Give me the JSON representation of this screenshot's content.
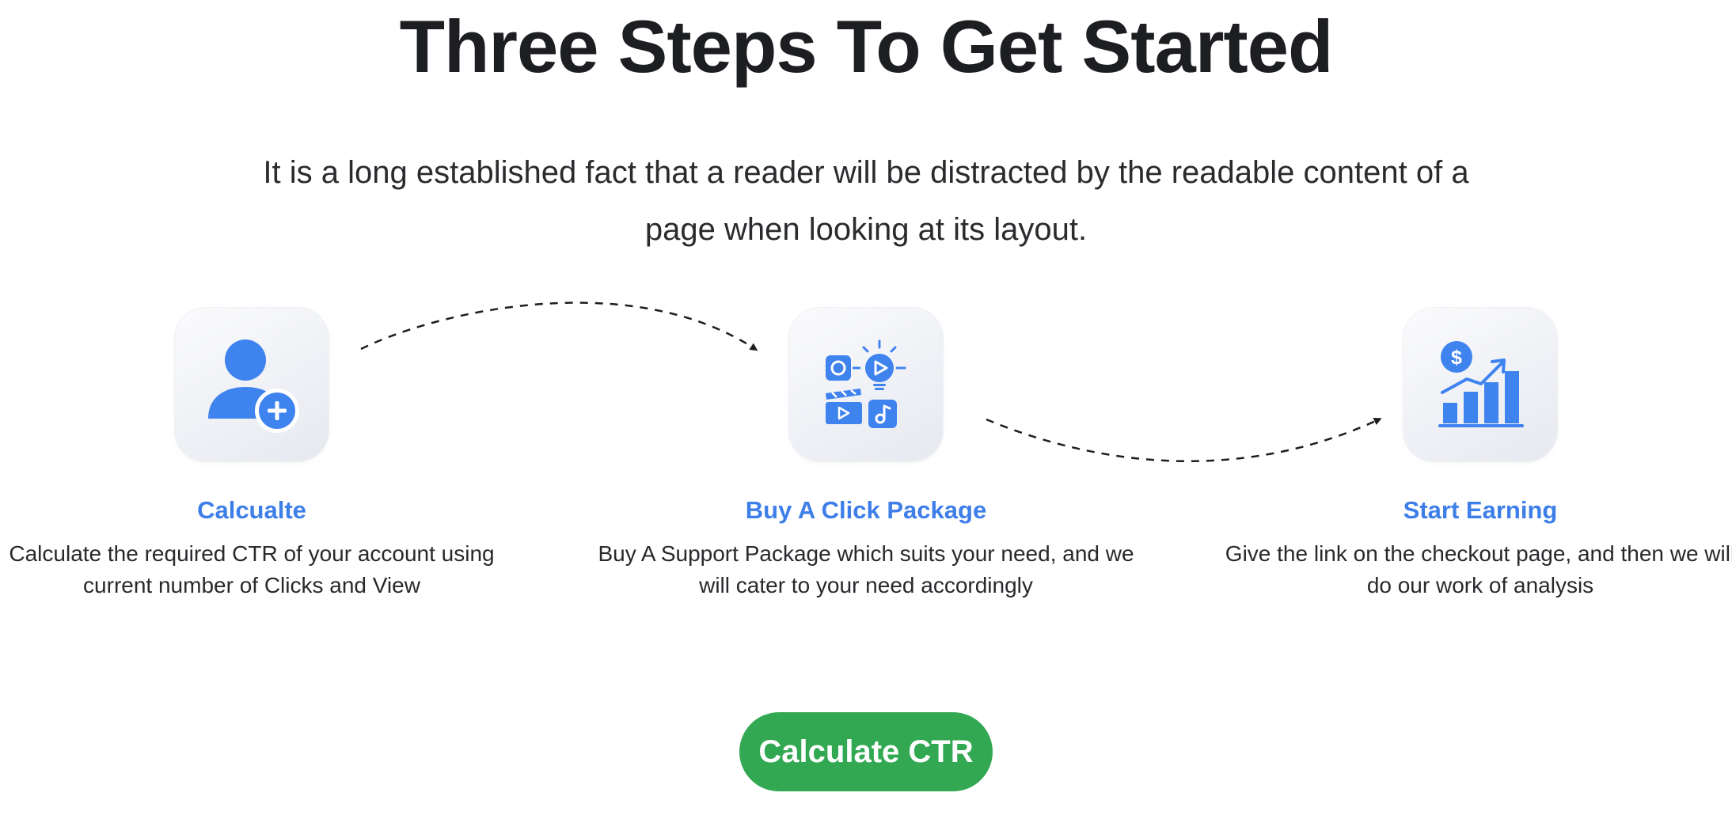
{
  "section": {
    "title": "Three Steps To Get Started",
    "subtitle": "It is a long established fact that a reader will be distracted by the readable content of a page when looking at its layout."
  },
  "steps": [
    {
      "icon": "user-add-icon",
      "title": "Calcualte",
      "description": "Calculate the required CTR of your account using current number of Clicks and View"
    },
    {
      "icon": "media-content-icon",
      "title": "Buy A Click Package",
      "description": "Buy A Support Package which suits your need, and we will cater to your need accordingly"
    },
    {
      "icon": "earnings-chart-icon",
      "title": "Start Earning",
      "description": "Give the link on the checkout page, and then we will do our work of analysis"
    }
  ],
  "cta": {
    "label": "Calculate CTR"
  },
  "colors": {
    "accent": "#3d7ee8",
    "icon_blue": "#3f83ef",
    "cta_green": "#33a852",
    "heading": "#1d1e21"
  }
}
